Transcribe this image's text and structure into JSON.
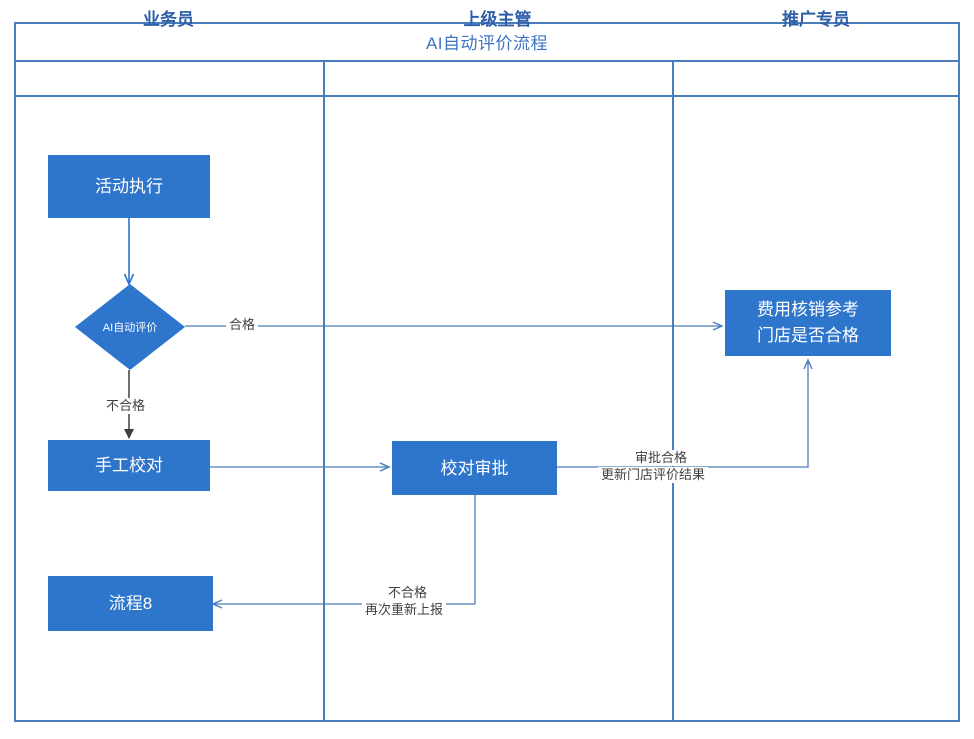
{
  "diagram": {
    "title": "AI自动评价流程",
    "type": "swimlane-flowchart",
    "accent_color": "#2e75cc",
    "frame_color": "#4a7ebb",
    "title_color": "#3d74c4",
    "lane_header_color": "#2f5fa8",
    "label_color": "#404040"
  },
  "lanes": [
    {
      "id": "lane-sales",
      "label": "业务员"
    },
    {
      "id": "lane-manager",
      "label": "上级主管"
    },
    {
      "id": "lane-promoter",
      "label": "推广专员"
    }
  ],
  "nodes": [
    {
      "id": "node-activity",
      "label": "活动执行",
      "shape": "rect",
      "lane": "lane-sales"
    },
    {
      "id": "node-ai-eval",
      "label": "AI自动评价",
      "shape": "diamond",
      "lane": "lane-sales"
    },
    {
      "id": "node-manual-check",
      "label": "手工校对",
      "shape": "rect",
      "lane": "lane-sales"
    },
    {
      "id": "node-process8",
      "label": "流程8",
      "shape": "rect",
      "lane": "lane-sales"
    },
    {
      "id": "node-approval",
      "label": "校对审批",
      "shape": "rect",
      "lane": "lane-manager"
    },
    {
      "id": "node-reimburse-line1",
      "label": "费用核销参考",
      "shape": "rect",
      "lane": "lane-promoter"
    },
    {
      "id": "node-reimburse-line2",
      "label": "门店是否合格",
      "shape": "rect",
      "lane": "lane-promoter"
    }
  ],
  "edge_labels": {
    "pass": "合格",
    "fail": "不合格",
    "approved_line1": "审批合格",
    "approved_line2": "更新门店评价结果",
    "rejected_line1": "不合格",
    "rejected_line2": "再次重新上报"
  }
}
